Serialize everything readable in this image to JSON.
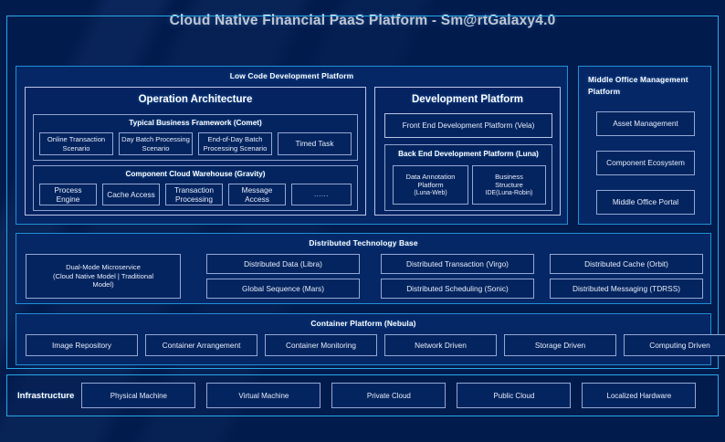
{
  "title": "Cloud Native Financial PaaS Platform - Sm@rtGalaxy4.0",
  "colors": {
    "background": "#021b4d",
    "accent_border": "#29a8e8",
    "panel_border": "#1f8fd6",
    "panel_fill": "#062766",
    "box_border": "#93a9d4",
    "text": "#e9eefb"
  },
  "low_code": {
    "title": "Low Code Development Platform",
    "operation_architecture": {
      "title": "Operation Architecture",
      "typical_business_framework": {
        "title": "Typical Business Framework (Comet)",
        "items": [
          "Online Transaction Scenario",
          "Day Batch Processing Scenario",
          "End-of-Day Batch Processing Scenario",
          "Timed Task"
        ]
      },
      "component_cloud_warehouse": {
        "title": "Component Cloud Warehouse (Gravity)",
        "items": [
          "Process Engine",
          "Cache Access",
          "Transaction Processing",
          "Message Access",
          "......"
        ]
      }
    },
    "development_platform": {
      "title": "Development Platform",
      "front_end": "Front End Development Platform (Vela)",
      "back_end": {
        "title": "Back End Development Platform (Luna)",
        "items": [
          {
            "line1": "Data Annotation",
            "line2": "Platform",
            "line3": "(Luna-Web)"
          },
          {
            "line1": "Business",
            "line2": "Structure",
            "line3": "IDE(Luna-Robin)"
          }
        ]
      }
    }
  },
  "middle_office": {
    "title": "Middle Office Management Platform",
    "items": [
      "Asset Management",
      "Component Ecosystem",
      "Middle Office Portal"
    ]
  },
  "distributed_base": {
    "title": "Distributed Technology Base",
    "wide_item": "Dual-Mode Microservice (Cloud Native Model | Traditional Model)",
    "wide_item_lines": [
      "Dual-Mode Microservice",
      "(Cloud Native Model | Traditional",
      "Model)"
    ],
    "grid": [
      [
        "Distributed Data (Libra)",
        "Distributed Transaction (Virgo)",
        "Distributed Cache (Orbit)"
      ],
      [
        "Global Sequence (Mars)",
        "Distributed Scheduling (Sonic)",
        "Distributed Messaging (TDRSS)"
      ]
    ]
  },
  "container_platform": {
    "title": "Container Platform (Nebula)",
    "items": [
      "Image Repository",
      "Container Arrangement",
      "Container Monitoring",
      "Network Driven",
      "Storage Driven",
      "Computing Driven"
    ]
  },
  "infrastructure": {
    "label": "Infrastructure",
    "items": [
      "Physical Machine",
      "Virtual Machine",
      "Private Cloud",
      "Public Cloud",
      "Localized Hardware"
    ]
  }
}
